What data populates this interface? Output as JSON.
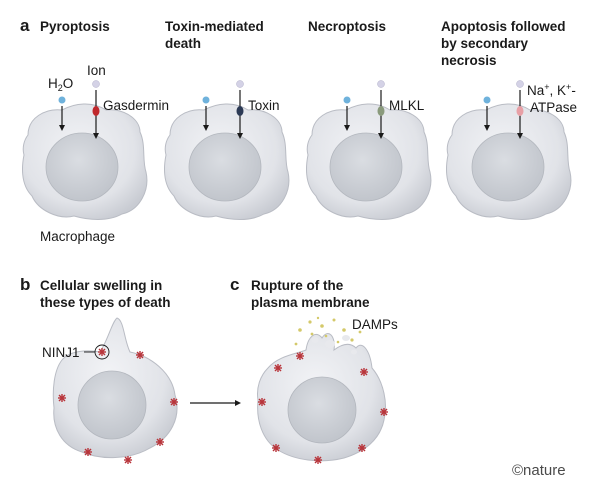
{
  "panels": {
    "a": {
      "letter": "a",
      "titles": {
        "pyroptosis": "Pyroptosis",
        "toxin_line1": "Toxin-mediated",
        "toxin_line2": "death",
        "necroptosis": "Necroptosis",
        "apoptosis_line1": "Apoptosis followed",
        "apoptosis_line2": "by secondary",
        "apoptosis_line3": "necrosis"
      },
      "labels": {
        "h2o_main": "H",
        "h2o_sub": "2",
        "h2o_tail": "O",
        "ion": "Ion",
        "gasdermin": "Gasdermin",
        "toxin": "Toxin",
        "mlkl": "MLKL",
        "na": "Na",
        "plus1": "+",
        "k_sep": ", K",
        "plus2": "+",
        "dash": "-",
        "atpase": "ATPase",
        "macrophage": "Macrophage"
      }
    },
    "b": {
      "letter": "b",
      "title_line1": "Cellular swelling in",
      "title_line2": "these types of death",
      "ninj1": "NINJ1"
    },
    "c": {
      "letter": "c",
      "title_line1": "Rupture of the",
      "title_line2": "plasma membrane",
      "damps": "DAMPs"
    }
  },
  "brand": "©nature",
  "colors": {
    "cell_fill": "#e3e5ea",
    "cell_edge": "#b9bcc4",
    "nucleus_fill": "#cfd2d8",
    "water_dot": "#6fb2dc",
    "ion_dot": "#d4d2e6",
    "gasdermin": "#c0282c",
    "toxin": "#2c3a55",
    "mlkl": "#8a9a7c",
    "atpase": "#e8a0a6",
    "ninj1": "#b8343a",
    "damps": "#d4c96a"
  },
  "icons": {
    "channel": "membrane-channel-icon",
    "ninj1": "ninj1-cluster-icon",
    "damps": "damp-particle-icon"
  }
}
